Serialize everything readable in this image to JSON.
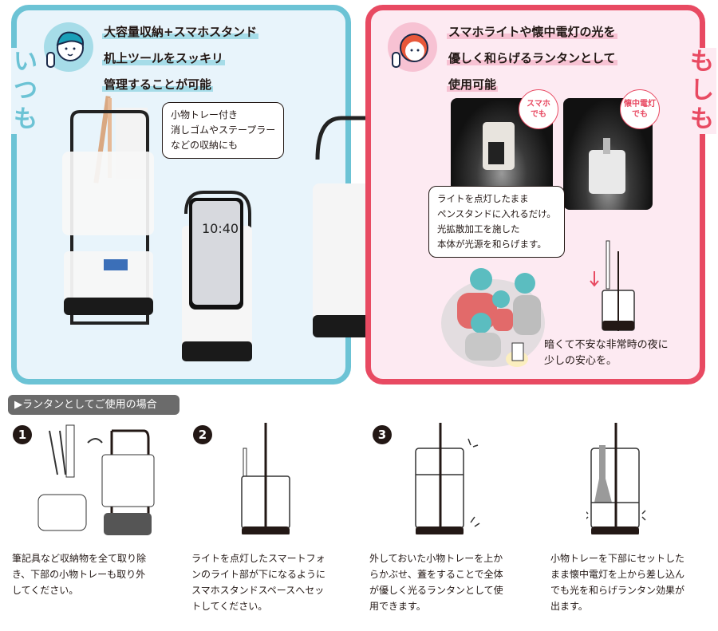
{
  "left_panel": {
    "side_label": "いつも",
    "headline": [
      "大容量収納+スマホスタンド",
      "机上ツールをスッキリ",
      "管理することが可能"
    ],
    "bubble": "小物トレー付き\n消しゴムやステープラー\nなどの収納にも",
    "phone_time": "10:40",
    "accent": "#6cc3d5"
  },
  "right_panel": {
    "side_label": "もしも",
    "headline": [
      "スマホライトや懐中電灯の光を",
      "優しく和らげるランタンとして",
      "使用可能"
    ],
    "badge_phone": "スマホ\nでも",
    "badge_flashlight": "懐中電灯\nでも",
    "bubble": "ライトを点灯したまま\nペンスタンドに入れるだけ。\n光拡散加工を施した\n本体が光源を和らげます。",
    "note": "暗くて不安な非常時の夜に\n少しの安心を。",
    "accent": "#e84a62"
  },
  "usage": {
    "tag": "▶ランタンとしてご使用の場合",
    "steps": [
      {
        "num": "1",
        "caption": "筆記具など収納物を全て取り除\nき、下部の小物トレーも取り外\nしてください。"
      },
      {
        "num": "2",
        "caption": "ライトを点灯したスマートフォ\nンのライト部が下になるように\nスマホスタンドスペースへセッ\nトしてください。"
      },
      {
        "num": "3",
        "caption": "外しておいた小物トレーを上か\nらかぶせ、蓋をすることで全体\nが優しく光るランタンとして使\n用できます。"
      },
      {
        "caption": "小物トレーを下部にセットした\nまま懐中電灯を上から差し込ん\nでも光を和らげランタン効果が\n出ます。"
      }
    ]
  }
}
